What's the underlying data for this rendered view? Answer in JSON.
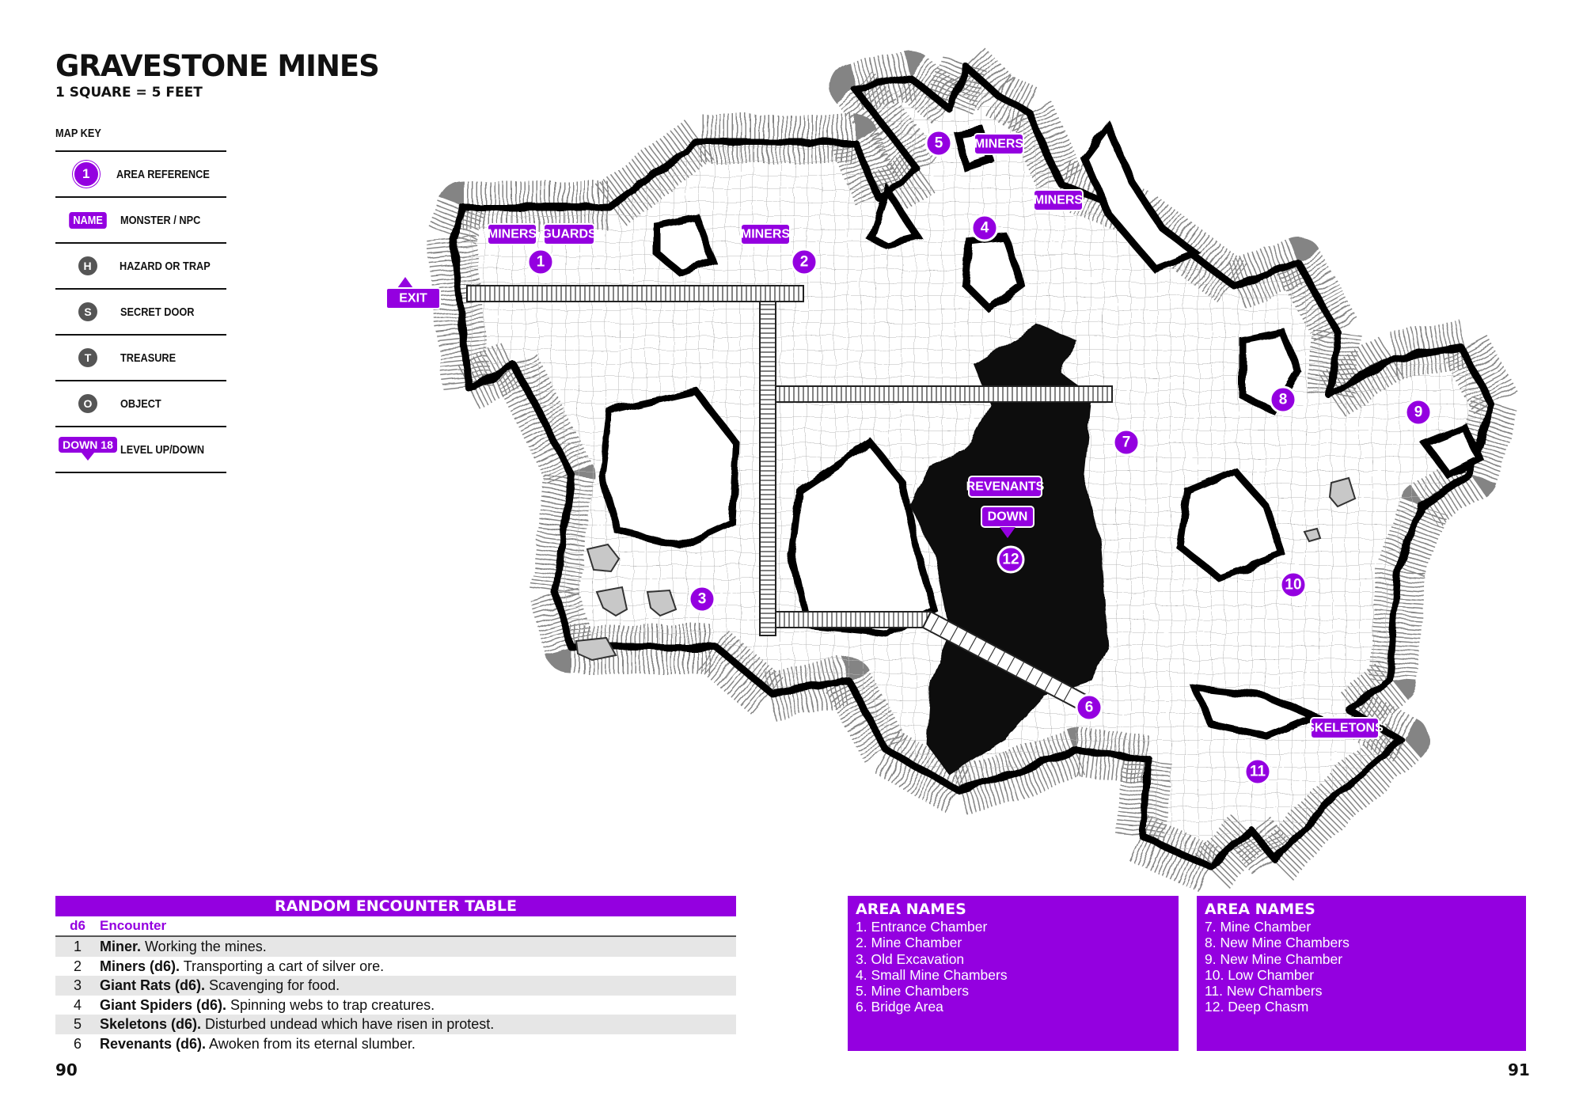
{
  "title": "GRAVESTONE MINES",
  "scale": "1 SQUARE = 5 FEET",
  "map_key": {
    "heading": "MAP KEY",
    "items": [
      {
        "symbol": "1",
        "label": "AREA REFERENCE"
      },
      {
        "symbol": "NAME",
        "label": "MONSTER / NPC"
      },
      {
        "symbol": "H",
        "label": "HAZARD OR TRAP"
      },
      {
        "symbol": "S",
        "label": "SECRET DOOR"
      },
      {
        "symbol": "T",
        "label": "TREASURE"
      },
      {
        "symbol": "O",
        "label": "OBJECT"
      },
      {
        "symbol": "DOWN 18",
        "label": "LEVEL UP/DOWN"
      }
    ]
  },
  "map": {
    "exit_label": "EXIT",
    "down_label": "DOWN",
    "areas": [
      "1",
      "2",
      "3",
      "4",
      "5",
      "6",
      "7",
      "8",
      "9",
      "10",
      "11",
      "12"
    ],
    "monsters": [
      "MINERS",
      "GUARDS",
      "MINERS",
      "MINERS",
      "MINERS",
      "REVENANTS",
      "SKELETONS"
    ]
  },
  "encounter_table": {
    "title": "RANDOM ENCOUNTER TABLE",
    "col_die": "d6",
    "col_encounter": "Encounter",
    "rows": [
      {
        "roll": "1",
        "name": "Miner.",
        "desc": " Working the mines."
      },
      {
        "roll": "2",
        "name": "Miners (d6).",
        "desc": " Transporting a cart of silver ore."
      },
      {
        "roll": "3",
        "name": "Giant Rats (d6).",
        "desc": " Scavenging for food."
      },
      {
        "roll": "4",
        "name": "Giant Spiders (d6).",
        "desc": " Spinning webs to trap creatures."
      },
      {
        "roll": "5",
        "name": "Skeletons (d6).",
        "desc": " Disturbed undead which have risen in protest."
      },
      {
        "roll": "6",
        "name": "Revenants (d6).",
        "desc": " Awoken from its eternal slumber."
      }
    ]
  },
  "area_names_left": {
    "title": "AREA NAMES",
    "items": [
      "1. Entrance Chamber",
      "2. Mine Chamber",
      "3. Old Excavation",
      "4. Small Mine Chambers",
      "5. Mine Chambers",
      "6. Bridge Area"
    ]
  },
  "area_names_right": {
    "title": "AREA NAMES",
    "items": [
      "7. Mine Chamber",
      "8. New Mine Chambers",
      "9. New Mine Chamber",
      "10. Low Chamber",
      "11. New Chambers",
      "12. Deep Chasm"
    ]
  },
  "page_left": "90",
  "page_right": "91",
  "colors": {
    "accent": "#9400e0",
    "chasm": "#111111",
    "rock": "#c8c8c8"
  }
}
